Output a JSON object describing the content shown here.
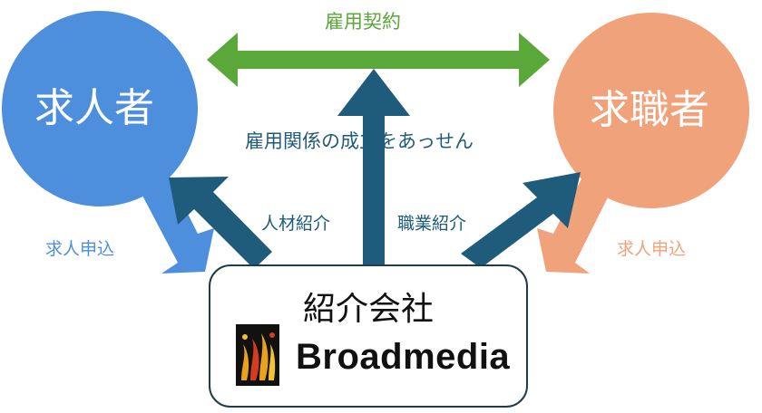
{
  "nodes": {
    "employer": "求人者",
    "job_seeker": "求職者",
    "agency": "紹介会社",
    "brand": "Broadmedia"
  },
  "edges": {
    "employment_contract": "雇用契約",
    "mediation": "雇用関係の成立をあっせん",
    "talent_intro": "人材紹介",
    "job_intro": "職業紹介",
    "employer_application": "求人申込",
    "seeker_application": "求人申込"
  },
  "colors": {
    "employer": "#4d8fdc",
    "job_seeker": "#f0a27b",
    "contract_arrow": "#5aa73a",
    "agency_arrows": "#1f5b7a",
    "box_border": "#1f3c4d"
  }
}
